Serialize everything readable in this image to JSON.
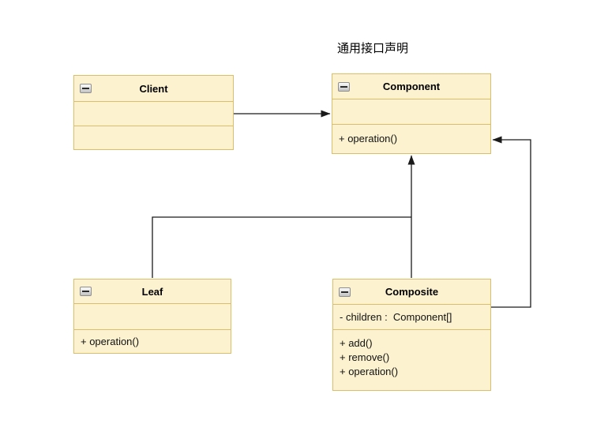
{
  "diagram": {
    "annotation": "通用接口声明",
    "colors": {
      "shape_fill": "#FCF2CF",
      "shape_stroke": "#DCBE6A",
      "edge": "#1A1A1A",
      "background": "#FFFFFF"
    },
    "classes": {
      "client": {
        "title": "Client",
        "attributes": [],
        "methods": []
      },
      "component": {
        "title": "Component",
        "attributes": [],
        "methods": [
          "+ operation()"
        ]
      },
      "leaf": {
        "title": "Leaf",
        "attributes": [],
        "methods": [
          "+ operation()"
        ]
      },
      "composite": {
        "title": "Composite",
        "attributes": [
          "- children :  Component[]"
        ],
        "methods": [
          "+ add()",
          "+ remove()",
          "+ operation()"
        ]
      }
    },
    "edges": {
      "client_to_component": "association",
      "children_to_component": "generalization",
      "composite_to_component": "reference-loop"
    }
  }
}
